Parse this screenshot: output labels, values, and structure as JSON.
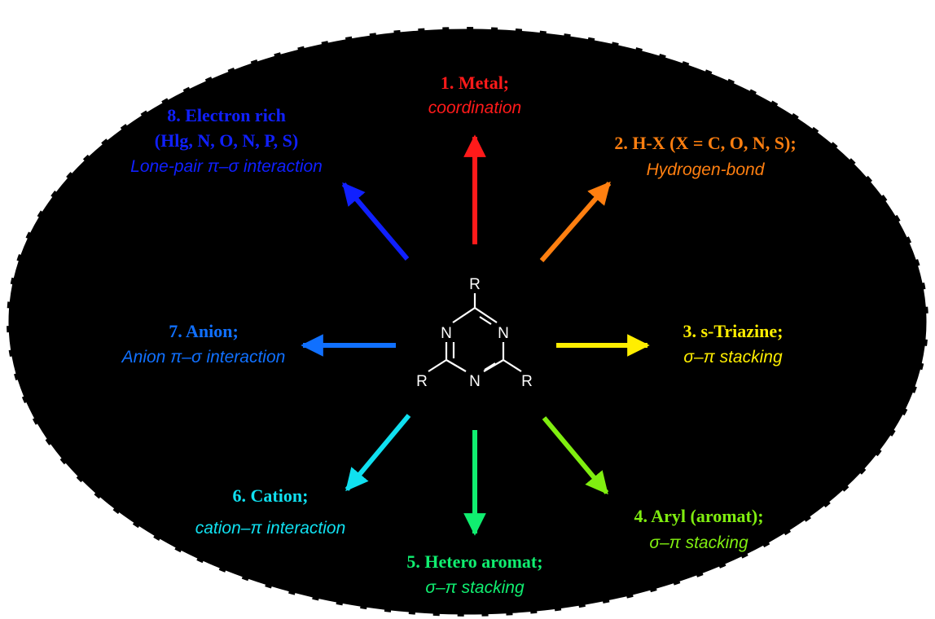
{
  "molecule": {
    "atoms": {
      "r_top": "R",
      "n_upper_left": "N",
      "n_upper_right": "N",
      "n_bottom": "N",
      "r_left": "R",
      "r_right": "R"
    }
  },
  "interactions": [
    {
      "id": "metal",
      "title": "1. Metal;",
      "subtitle": "coordination",
      "color": "#ff1a1a"
    },
    {
      "id": "hydrogen-bond",
      "title": "2. H-X (X = C, O, N, S);",
      "subtitle": "Hydrogen-bond",
      "color": "#ff7f10"
    },
    {
      "id": "s-triazine",
      "title": "3. s-Triazine;",
      "subtitle": "σ–π stacking",
      "color": "#ffee00"
    },
    {
      "id": "aryl",
      "title": "4. Aryl (aromat);",
      "subtitle": "σ–π stacking",
      "color": "#80ee10"
    },
    {
      "id": "hetero-aromat",
      "title": "5. Hetero aromat;",
      "subtitle": "σ–π stacking",
      "color": "#10ee70"
    },
    {
      "id": "cation",
      "title": "6. Cation;",
      "subtitle": "cation–π  interaction",
      "color": "#10e0f0"
    },
    {
      "id": "anion",
      "title": "7. Anion;",
      "subtitle": "Anion π–σ interaction",
      "color": "#1070ff"
    },
    {
      "id": "electron-rich",
      "title": "8. Electron rich",
      "title_line2": "(Hlg, N, O, N, P, S)",
      "subtitle": "Lone-pair π–σ interaction",
      "color": "#1020ff"
    }
  ]
}
